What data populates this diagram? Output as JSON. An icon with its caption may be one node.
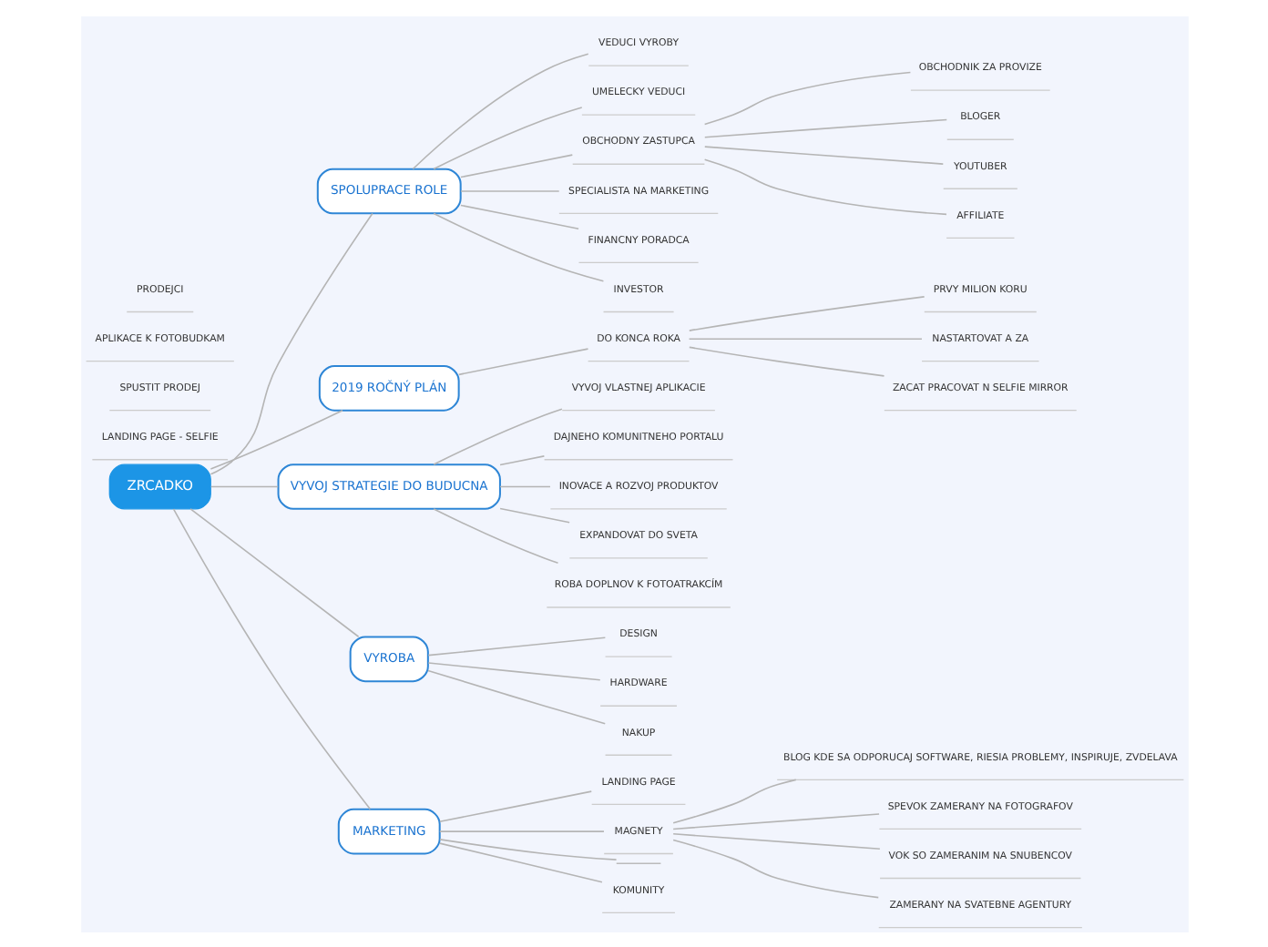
{
  "diagram": {
    "nodes": [
      {
        "text": [
          "ZRCADKO"
        ]
      },
      {
        "text": [
          "SPOLUPRACE ROLE"
        ]
      },
      {
        "text": [
          "VEDUCI VYROBY"
        ]
      },
      {
        "text": [
          "UMELECKY VEDUCI"
        ]
      },
      {
        "text": [
          "OBCHODNY ZASTUPCA"
        ]
      },
      {
        "text": [
          "OBCHODNIK ZA PROVIZE"
        ]
      },
      {
        "text": [
          "BLOGER"
        ]
      },
      {
        "text": [
          "YOUTUBER"
        ]
      },
      {
        "text": [
          "AFFILIATE"
        ]
      },
      {
        "text": [
          "SPECIALISTA NA MARKETING"
        ]
      },
      {
        "text": [
          "FINANCNY PORADCA"
        ]
      },
      {
        "text": [
          "INVESTOR"
        ]
      },
      {
        "text": [
          "2019 ROČNÝ PLÁN"
        ]
      },
      {
        "text": [
          "LANDING PAGE - SELFIE"
        ]
      },
      {
        "text": [
          "SPUSTIT PRODEJ"
        ]
      },
      {
        "text": [
          "DO KONCA ROKA"
        ]
      },
      {
        "text": [
          "PRVY MILION KORU"
        ]
      },
      {
        "text": [
          "NASTARTOVAT A ZA"
        ]
      },
      {
        "text": [
          "ZACAT PRACOVAT N SELFIE MIRROR"
        ]
      },
      {
        "text": [
          "VYVOJ STRATEGIE DO BUDUCNA"
        ]
      },
      {
        "text": [
          "VYVOJ VLASTNEJ APLIKACIE"
        ]
      },
      {
        "text": [
          "DAJNEHO KOMUNITNEHO PORTALU"
        ]
      },
      {
        "text": [
          "INOVACE A ROZVOJ PRODUKTOV"
        ]
      },
      {
        "text": [
          "EXPANDOVAT DO SVETA"
        ]
      },
      {
        "text": [
          "ROBA DOPLNOV K FOTOATRAKCÍM"
        ]
      },
      {
        "text": [
          "VYROBA"
        ]
      },
      {
        "text": [
          "DESIGN"
        ]
      },
      {
        "text": [
          "HARDWARE"
        ]
      },
      {
        "text": [
          "NAKUP"
        ]
      },
      {
        "text": [
          "MARKETING"
        ]
      },
      {
        "text": [
          "LANDING PAGE"
        ]
      },
      {
        "text": [
          "MAGNETY"
        ]
      },
      {
        "text": [
          "BLOG KDE SA ODPORUCAJ SOFTWARE, RIESIA PROBLEMY, INSPIRUJE, ZVDELAVA"
        ]
      },
      {
        "text": [
          "SPEVOK ZAMERANY NA FOTOGRAFOV"
        ]
      },
      {
        "text": [
          "VOK SO ZAMERANIM NA SNUBENCOV"
        ]
      },
      {
        "text": [
          "ZAMERANY NA SVATEBNE AGENTURY"
        ]
      },
      {
        "text": [],
        "shape": "bar"
      },
      {
        "text": [
          "KOMUNITY"
        ]
      },
      {
        "text": [
          "APLIKACE K FOTOBUDKAM"
        ]
      },
      {
        "text": [
          "PRODEJCI"
        ]
      }
    ],
    "edges": [
      {
        "from": 0,
        "to": 1,
        "arrow": "none"
      },
      {
        "from": 0,
        "to": 12,
        "arrow": "none"
      },
      {
        "from": 0,
        "to": 19,
        "arrow": "none"
      },
      {
        "from": 0,
        "to": 25,
        "arrow": "none"
      },
      {
        "from": 0,
        "to": 29,
        "arrow": "none"
      },
      {
        "from": 1,
        "to": 2,
        "arrow": "none"
      },
      {
        "from": 1,
        "to": 3,
        "arrow": "none"
      },
      {
        "from": 1,
        "to": 4,
        "arrow": "none"
      },
      {
        "from": 4,
        "to": 5,
        "arrow": "none"
      },
      {
        "from": 4,
        "to": 6,
        "arrow": "none"
      },
      {
        "from": 4,
        "to": 7,
        "arrow": "none"
      },
      {
        "from": 4,
        "to": 8,
        "arrow": "none"
      },
      {
        "from": 1,
        "to": 9,
        "arrow": "none"
      },
      {
        "from": 1,
        "to": 10,
        "arrow": "none"
      },
      {
        "from": 1,
        "to": 11,
        "arrow": "none"
      },
      {
        "from": 12,
        "to": 15,
        "arrow": "none"
      },
      {
        "from": 15,
        "to": 16,
        "arrow": "none"
      },
      {
        "from": 15,
        "to": 17,
        "arrow": "none"
      },
      {
        "from": 15,
        "to": 18,
        "arrow": "none"
      },
      {
        "from": 19,
        "to": 20,
        "arrow": "none"
      },
      {
        "from": 19,
        "to": 21,
        "arrow": "none"
      },
      {
        "from": 19,
        "to": 22,
        "arrow": "none"
      },
      {
        "from": 19,
        "to": 23,
        "arrow": "none"
      },
      {
        "from": 19,
        "to": 24,
        "arrow": "none"
      },
      {
        "from": 25,
        "to": 26,
        "arrow": "none"
      },
      {
        "from": 25,
        "to": 27,
        "arrow": "none"
      },
      {
        "from": 25,
        "to": 28,
        "arrow": "none"
      },
      {
        "from": 29,
        "to": 30,
        "arrow": "none"
      },
      {
        "from": 29,
        "to": 31,
        "arrow": "none"
      },
      {
        "from": 31,
        "to": 32,
        "arrow": "none"
      },
      {
        "from": 31,
        "to": 33,
        "arrow": "none"
      },
      {
        "from": 31,
        "to": 34,
        "arrow": "none"
      },
      {
        "from": 31,
        "to": 35,
        "arrow": "none"
      },
      {
        "from": 29,
        "to": 36,
        "arrow": "none"
      },
      {
        "from": 29,
        "to": 37,
        "arrow": "none"
      }
    ]
  }
}
